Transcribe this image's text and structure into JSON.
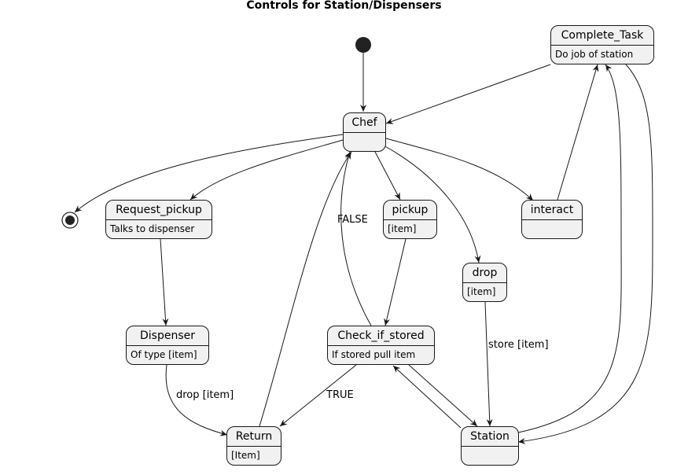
{
  "diagram": {
    "title": "Controls for Station/Dispensers",
    "states": {
      "complete_task": {
        "name": "Complete_Task",
        "desc": "Do job of station"
      },
      "chef": {
        "name": "Chef",
        "desc": ""
      },
      "request_pickup": {
        "name": "Request_pickup",
        "desc": "Talks to dispenser"
      },
      "pickup": {
        "name": "pickup",
        "desc": "[item]"
      },
      "interact": {
        "name": "interact",
        "desc": ""
      },
      "drop": {
        "name": "drop",
        "desc": "[item]"
      },
      "dispenser": {
        "name": "Dispenser",
        "desc": "Of type [item]"
      },
      "check_if_stored": {
        "name": "Check_if_stored",
        "desc": "If stored pull item"
      },
      "return": {
        "name": "Return",
        "desc": "[Item]"
      },
      "station": {
        "name": "Station",
        "desc": ""
      }
    },
    "edge_labels": {
      "false": "FALSE",
      "true": "TRUE",
      "store_item": "store [item]",
      "drop_item": "drop [item]"
    }
  }
}
